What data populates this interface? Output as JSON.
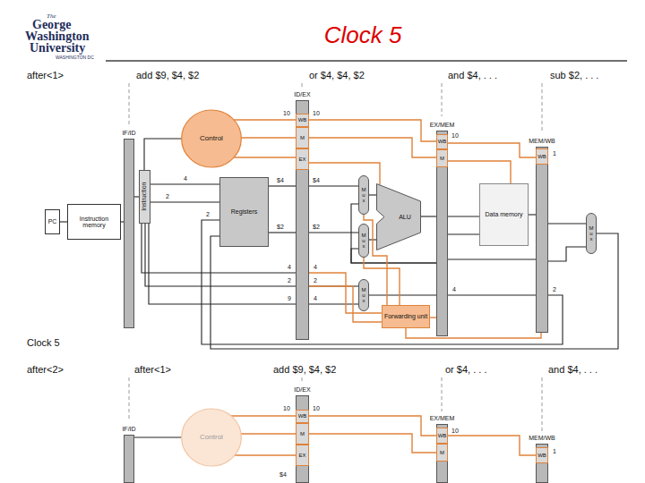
{
  "diagram": {
    "title": "Clock 5",
    "nodes": [
      {
        "text": [
          "PC"
        ]
      },
      {
        "text": [
          "Instruction memory"
        ]
      },
      {
        "text": [
          "IF/ID"
        ]
      },
      {
        "text": [
          "Instruction"
        ]
      },
      {
        "text": [
          "Control"
        ]
      },
      {
        "text": [
          "Registers"
        ]
      },
      {
        "text": [
          "ID/EX"
        ]
      },
      {
        "text": [
          "WB"
        ],
        "in": 6
      },
      {
        "text": [
          "M"
        ],
        "in": 6
      },
      {
        "text": [
          "EX"
        ],
        "in": 6
      },
      {
        "text": [
          "M u x"
        ]
      },
      {
        "text": [
          "M u x"
        ]
      },
      {
        "text": [
          "ALU"
        ]
      },
      {
        "text": [
          "M u x"
        ]
      },
      {
        "text": [
          "EX/MEM"
        ]
      },
      {
        "text": [
          "WB"
        ],
        "in": 14
      },
      {
        "text": [
          "M"
        ],
        "in": 14
      },
      {
        "text": [
          "Data memory"
        ]
      },
      {
        "text": [
          "Forwarding unit"
        ]
      },
      {
        "text": [
          "MEM/WB"
        ]
      },
      {
        "text": [
          "WB"
        ],
        "in": 19
      },
      {
        "text": [
          "M u x"
        ]
      },
      {
        "text": [
          "IF/ID"
        ]
      },
      {
        "text": [
          "Control"
        ]
      },
      {
        "text": [
          "ID/EX"
        ]
      },
      {
        "text": [
          "WB"
        ],
        "in": 24
      },
      {
        "text": [
          "M"
        ],
        "in": 24
      },
      {
        "text": [
          "EX"
        ],
        "in": 24
      },
      {
        "text": [
          "EX/MEM"
        ]
      },
      {
        "text": [
          "WB"
        ],
        "in": 28
      },
      {
        "text": [
          "M"
        ],
        "in": 28
      },
      {
        "text": [
          "MEM/WB"
        ]
      },
      {
        "text": [
          "WB"
        ],
        "in": 31
      }
    ],
    "edges": [
      {
        "from": 0,
        "to": 1,
        "arrow": "none"
      },
      {
        "from": 1,
        "to": 2,
        "arrow": "none"
      },
      {
        "from": 2,
        "to": 3,
        "arrow": "none"
      },
      {
        "from": 3,
        "to": 4,
        "arrow": "none"
      },
      {
        "from": 3,
        "to": 5,
        "arrow": "none"
      },
      {
        "from": 3,
        "to": 5,
        "arrow": "none"
      },
      {
        "from": 3,
        "to": 6,
        "arrow": "none"
      },
      {
        "from": 3,
        "to": 6,
        "arrow": "none"
      },
      {
        "from": 3,
        "to": 6,
        "arrow": "none"
      },
      {
        "from": 4,
        "to": 7,
        "arrow": "none"
      },
      {
        "from": 4,
        "to": 8,
        "arrow": "none"
      },
      {
        "from": 4,
        "to": 9,
        "arrow": "none"
      },
      {
        "from": 5,
        "to": 6,
        "arrow": "none"
      },
      {
        "from": 5,
        "to": 6,
        "arrow": "none"
      },
      {
        "from": 6,
        "to": 10,
        "arrow": "none"
      },
      {
        "from": 6,
        "to": 11,
        "arrow": "none"
      },
      {
        "from": 6,
        "to": 13,
        "arrow": "none"
      },
      {
        "from": 6,
        "to": 13,
        "arrow": "none"
      },
      {
        "from": 6,
        "to": 18,
        "arrow": "none"
      },
      {
        "from": 6,
        "to": 18,
        "arrow": "none"
      },
      {
        "from": 9,
        "to": 12,
        "arrow": "none"
      },
      {
        "from": 10,
        "to": 12,
        "arrow": "none"
      },
      {
        "from": 11,
        "to": 12,
        "arrow": "none"
      },
      {
        "from": 12,
        "to": 14,
        "arrow": "none"
      },
      {
        "from": 13,
        "to": 14,
        "arrow": "none"
      },
      {
        "from": 7,
        "to": 15,
        "arrow": "none"
      },
      {
        "from": 8,
        "to": 16,
        "arrow": "none"
      },
      {
        "from": 14,
        "to": 17,
        "arrow": "none"
      },
      {
        "from": 14,
        "to": 17,
        "arrow": "none"
      },
      {
        "from": 14,
        "to": 19,
        "arrow": "none"
      },
      {
        "from": 14,
        "to": 19,
        "arrow": "none"
      },
      {
        "from": 14,
        "to": 18,
        "arrow": "none"
      },
      {
        "from": 14,
        "to": 10,
        "arrow": "none"
      },
      {
        "from": 14,
        "to": 11,
        "arrow": "none"
      },
      {
        "from": 18,
        "to": 10,
        "arrow": "none"
      },
      {
        "from": 18,
        "to": 11,
        "arrow": "none"
      },
      {
        "from": 19,
        "to": 18,
        "arrow": "none"
      },
      {
        "from": 15,
        "to": 20,
        "arrow": "none"
      },
      {
        "from": 16,
        "to": 17,
        "arrow": "none"
      },
      {
        "from": 17,
        "to": 19,
        "arrow": "none"
      },
      {
        "from": 19,
        "to": 21,
        "arrow": "none"
      },
      {
        "from": 19,
        "to": 21,
        "arrow": "none"
      },
      {
        "from": 21,
        "to": 5,
        "arrow": "none"
      },
      {
        "from": 19,
        "to": 5,
        "arrow": "none"
      },
      {
        "from": 22,
        "to": 23,
        "arrow": "none"
      },
      {
        "from": 23,
        "to": 25,
        "arrow": "none"
      },
      {
        "from": 23,
        "to": 26,
        "arrow": "none"
      },
      {
        "from": 23,
        "to": 27,
        "arrow": "none"
      },
      {
        "from": 25,
        "to": 29,
        "arrow": "none"
      },
      {
        "from": 26,
        "to": 30,
        "arrow": "none"
      },
      {
        "from": 29,
        "to": 32,
        "arrow": "none"
      }
    ],
    "labels": [
      "The",
      "George",
      "Washington",
      "University",
      "WASHINGTON DC",
      "after<1>",
      "add $9, $4, $2",
      "or $4, $4, $2",
      "and $4, . . .",
      "sub $2, . . .",
      "10",
      "10",
      "10",
      "1",
      "4",
      "2",
      "2",
      "$4",
      "$2",
      "$4",
      "$2",
      "4",
      "2",
      "9",
      "4",
      "2",
      "4",
      "4",
      "2",
      "Clock 5",
      "after<2>",
      "after<1>",
      "add $9, $4, $2",
      "or $4, . . .",
      "and $4, . . .",
      "10",
      "10",
      "10",
      "1",
      "$4"
    ]
  }
}
